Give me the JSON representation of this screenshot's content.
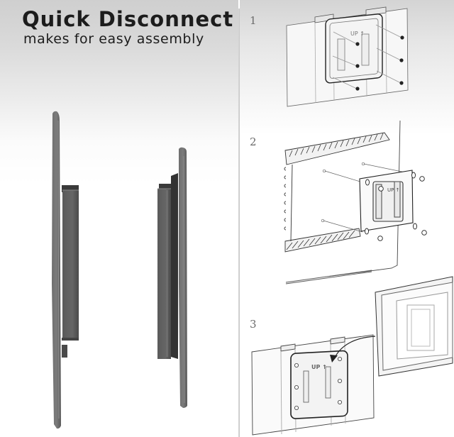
{
  "headline": {
    "title": "Quick Disconnect",
    "subtitle": "makes for easy assembly"
  },
  "photo": {
    "description": "Side profile of two grey mounting plates with interlocking quick-disconnect brackets",
    "colors": {
      "plate": "#5e5e5e",
      "plate_edge": "#7a7a7a",
      "bracket": "#4f4f4f",
      "shadow": "#2e2e2e"
    }
  },
  "steps": [
    {
      "number": "1",
      "plate_label": "UP ↑",
      "caption_icon": "screw-to-wall-icon"
    },
    {
      "number": "2",
      "plate_label": "UP ↑",
      "caption_icon": "screw-to-monitor-icon"
    },
    {
      "number": "3",
      "plate_label": "UP ↑",
      "caption_icon": "hang-monitor-icon"
    }
  ],
  "colors": {
    "text": "#1c1c1c",
    "step_number": "#6a6a6a",
    "line_art": "#333333",
    "line_art_light": "#9a9a9a",
    "divider": "#c8c8c8"
  }
}
